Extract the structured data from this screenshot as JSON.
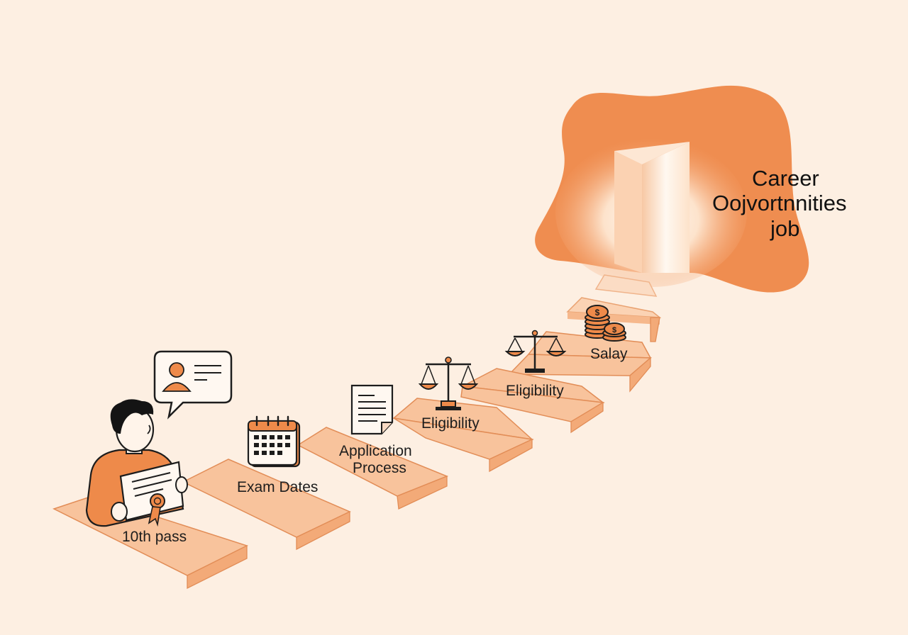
{
  "destination": {
    "line1": "Career",
    "line2": "Oojvortnnities",
    "line3": "job"
  },
  "steps": [
    {
      "label": "10th pass"
    },
    {
      "label": "Exam Dates"
    },
    {
      "label_line1": "Application",
      "label_line2": "Process"
    },
    {
      "label": "Eligibility"
    },
    {
      "label": "Eligibility"
    },
    {
      "label": "Salay"
    }
  ],
  "icons": {
    "person": "student-icon",
    "certificate": "certificate-icon",
    "speech": "profile-speech-bubble-icon",
    "calendar": "calendar-icon",
    "document": "document-icon",
    "scale1": "balance-scale-icon",
    "scale2": "balance-scale-icon",
    "coins": "coins-icon"
  },
  "colors": {
    "background": "#fdefe2",
    "step_top": "#f8c39c",
    "step_side": "#f3aa78",
    "step_edge": "#e28d57",
    "accent": "#ee8a4a",
    "door_glow": "#fff6ec"
  }
}
